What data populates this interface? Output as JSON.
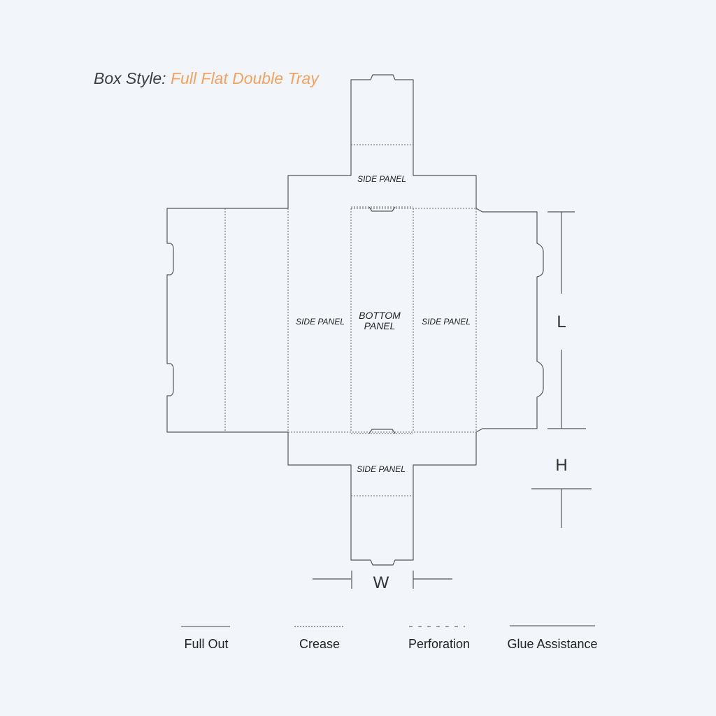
{
  "title": {
    "prefix": "Box Style:",
    "value": "Full Flat Double Tray",
    "value_color": "#f5a15f"
  },
  "panels": {
    "side_top": "SIDE PANEL",
    "side_left": "SIDE PANEL",
    "bottom_line1": "BOTTOM",
    "bottom_line2": "PANEL",
    "side_right": "SIDE PANEL",
    "side_bottom": "SIDE PANEL"
  },
  "dimensions": {
    "length": "L",
    "height": "H",
    "width": "W"
  },
  "legend": {
    "full_out": "Full Out",
    "crease": "Crease",
    "perforation": "Perforation",
    "glue_assistance": "Glue Assistance"
  },
  "colors": {
    "background": "#f2f6fb",
    "line": "#555555",
    "accent": "#f5a15f"
  }
}
